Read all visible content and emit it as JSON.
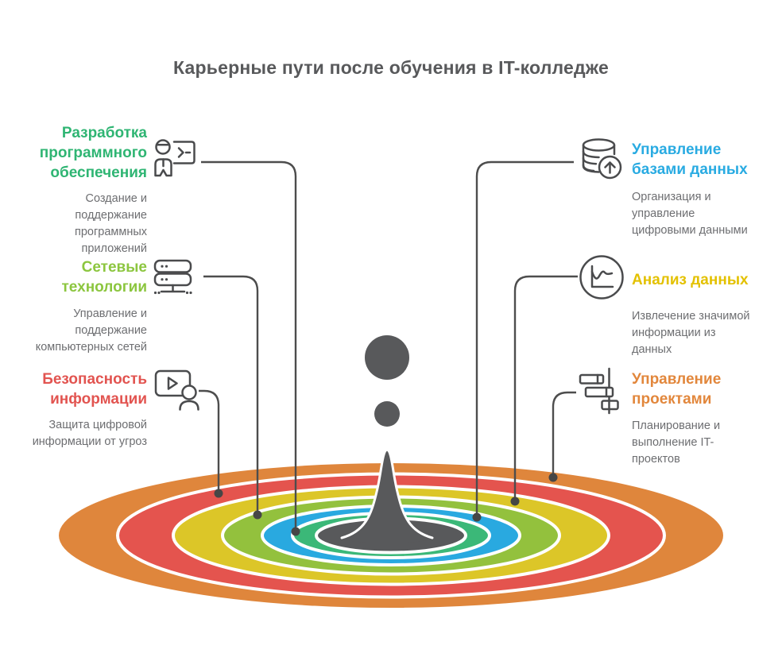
{
  "title": "Карьерные пути после обучения в IT-колледже",
  "colors": {
    "title": "#58595B",
    "body": "#6D6E71",
    "connector": "#4D4D4D",
    "connector_dot": "#464646"
  },
  "splash": {
    "color": "#58595B"
  },
  "rings": [
    {
      "name": "ring-orange",
      "color": "#DF863C"
    },
    {
      "name": "ring-red",
      "color": "#E4544E"
    },
    {
      "name": "ring-yellow",
      "color": "#DCC628"
    },
    {
      "name": "ring-lime",
      "color": "#93C13D"
    },
    {
      "name": "ring-blue",
      "color": "#29A9E0"
    },
    {
      "name": "ring-green",
      "color": "#3BB878"
    },
    {
      "name": "ring-center-gray",
      "color": "#58595B"
    }
  ],
  "items": [
    {
      "id": "software-development",
      "side": "left",
      "title": "Разработка\nпрограммного\nобеспечения",
      "description": "Создание и\nподдержание\nпрограммных\nприложений",
      "color": "#2FB573",
      "icon": "developer-presentation-icon",
      "ring": "ring-green"
    },
    {
      "id": "network-technologies",
      "side": "left",
      "title": "Сетевые\nтехнологии",
      "description": "Управление и\nподдержание\nкомпьютерных сетей",
      "color": "#8CC63F",
      "icon": "server-network-icon",
      "ring": "ring-lime"
    },
    {
      "id": "information-security",
      "side": "left",
      "title": "Безопасность\nинформации",
      "description": "Защита цифровой\nинформации от угроз",
      "color": "#E25450",
      "icon": "video-person-icon",
      "ring": "ring-red"
    },
    {
      "id": "database-management",
      "side": "right",
      "title": "Управление\nбазами данных",
      "description": "Организация и\nуправление\nцифровыми данными",
      "color": "#29ABE2",
      "icon": "database-upload-icon",
      "ring": "ring-blue"
    },
    {
      "id": "data-analysis",
      "side": "right",
      "title": "Анализ данных",
      "description": "Извлечение значимой\nинформации из\nданных",
      "color": "#E3C100",
      "icon": "line-chart-circle-icon",
      "ring": "ring-yellow"
    },
    {
      "id": "project-management",
      "side": "right",
      "title": "Управление\nпроектами",
      "description": "Планирование и\nвыполнение IT-\nпроектов",
      "color": "#E2873C",
      "icon": "gantt-chart-icon",
      "ring": "ring-orange"
    }
  ]
}
